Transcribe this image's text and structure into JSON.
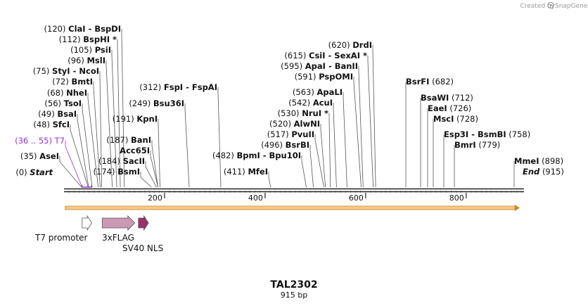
{
  "header": {
    "credit_prefix": "Created by",
    "credit_brand": "SnapGene"
  },
  "sequence": {
    "name": "TAL2302",
    "length_label": "915 bp",
    "length": 915
  },
  "axis": {
    "ticks": [
      200,
      400,
      600,
      800
    ]
  },
  "sites": [
    {
      "pos": 0,
      "pos_label": "(0)",
      "name": "Start",
      "special": "start"
    },
    {
      "pos": 35,
      "pos_label": "(35)",
      "name": "AseI"
    },
    {
      "pos": 36,
      "pos_label": "(36 .. 55)",
      "name": "T7",
      "special": "primer"
    },
    {
      "pos": 48,
      "pos_label": "(48)",
      "name": "SfcI"
    },
    {
      "pos": 49,
      "pos_label": "(49)",
      "name": "BsaI"
    },
    {
      "pos": 56,
      "pos_label": "(56)",
      "name": "TsoI"
    },
    {
      "pos": 68,
      "pos_label": "(68)",
      "name": "NheI"
    },
    {
      "pos": 72,
      "pos_label": "(72)",
      "name": "BmtI"
    },
    {
      "pos": 75,
      "pos_label": "(75)",
      "name": "StyI",
      "name2": "NcoI"
    },
    {
      "pos": 96,
      "pos_label": "(96)",
      "name": "MslI"
    },
    {
      "pos": 105,
      "pos_label": "(105)",
      "name": "PsiI"
    },
    {
      "pos": 112,
      "pos_label": "(112)",
      "name": "BspHI *"
    },
    {
      "pos": 120,
      "pos_label": "(120)",
      "name": "ClaI",
      "name2": "BspDI"
    },
    {
      "pos": 174,
      "pos_label": "(174)",
      "name": "BsmI"
    },
    {
      "pos": 184,
      "pos_label": "(184)",
      "name": "SacII"
    },
    {
      "pos": 187,
      "pos_label": "",
      "name": "Acc65I"
    },
    {
      "pos": 187,
      "pos_label": "(187)",
      "name": "BanI"
    },
    {
      "pos": 191,
      "pos_label": "(191)",
      "name": "KpnI"
    },
    {
      "pos": 249,
      "pos_label": "(249)",
      "name": "Bsu36I"
    },
    {
      "pos": 312,
      "pos_label": "(312)",
      "name": "FspI",
      "name2": "FspAI"
    },
    {
      "pos": 411,
      "pos_label": "(411)",
      "name": "MfeI"
    },
    {
      "pos": 482,
      "pos_label": "(482)",
      "name": "BpmI",
      "name2": "Bpu10I"
    },
    {
      "pos": 496,
      "pos_label": "(496)",
      "name": "BsrBI"
    },
    {
      "pos": 517,
      "pos_label": "(517)",
      "name": "PvuII"
    },
    {
      "pos": 520,
      "pos_label": "(520)",
      "name": "AlwNI"
    },
    {
      "pos": 530,
      "pos_label": "(530)",
      "name": "NruI *"
    },
    {
      "pos": 542,
      "pos_label": "(542)",
      "name": "AcuI"
    },
    {
      "pos": 563,
      "pos_label": "(563)",
      "name": "ApaLI"
    },
    {
      "pos": 591,
      "pos_label": "(591)",
      "name": "PspOMI"
    },
    {
      "pos": 595,
      "pos_label": "(595)",
      "name": "ApaI",
      "name2": "BanII"
    },
    {
      "pos": 615,
      "pos_label": "(615)",
      "name": "CsiI",
      "name2": "SexAI *"
    },
    {
      "pos": 620,
      "pos_label": "(620)",
      "name": "DrdI"
    },
    {
      "pos": 682,
      "pos_label": "(682)",
      "name": "BsrFI",
      "side": "right"
    },
    {
      "pos": 712,
      "pos_label": "(712)",
      "name": "BsaWI",
      "side": "right"
    },
    {
      "pos": 726,
      "pos_label": "(726)",
      "name": "EaeI",
      "side": "right"
    },
    {
      "pos": 728,
      "pos_label": "(728)",
      "name": "MscI",
      "side": "right"
    },
    {
      "pos": 758,
      "pos_label": "(758)",
      "name": "Esp3I",
      "name2": "BsmBI",
      "side": "right"
    },
    {
      "pos": 779,
      "pos_label": "(779)",
      "name": "BmrI",
      "side": "right"
    },
    {
      "pos": 898,
      "pos_label": "(898)",
      "name": "MmeI",
      "side": "right"
    },
    {
      "pos": 915,
      "pos_label": "(915)",
      "name": "End",
      "special": "end",
      "side": "right"
    }
  ],
  "features": [
    {
      "name": "T7 promoter",
      "start": 36,
      "end": 55,
      "color": "#ffffff"
    },
    {
      "name": "3xFLAG",
      "start": 76,
      "end": 141,
      "color": "#cc99b2"
    },
    {
      "name": "SV40 NLS",
      "start": 148,
      "end": 168,
      "color": "#993366"
    }
  ],
  "orf": {
    "start": 1,
    "end": 915,
    "color": "#f7c889"
  },
  "colors": {
    "backbone": "#222222",
    "primer": "#9933cc"
  }
}
